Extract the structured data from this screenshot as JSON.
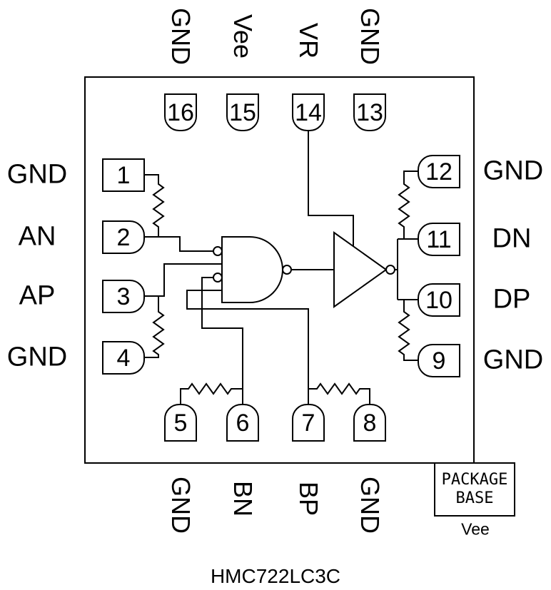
{
  "diagram": {
    "part_number": "HMC722LC3C",
    "package_base": {
      "line1": "PACKAGE",
      "line2": "BASE",
      "net": "Vee"
    }
  },
  "pins": {
    "top": [
      {
        "number": "16",
        "label": "GND"
      },
      {
        "number": "15",
        "label": "Vee"
      },
      {
        "number": "14",
        "label": "VR"
      },
      {
        "number": "13",
        "label": "GND"
      }
    ],
    "left": [
      {
        "number": "1",
        "label": "GND"
      },
      {
        "number": "2",
        "label": "AN"
      },
      {
        "number": "3",
        "label": "AP"
      },
      {
        "number": "4",
        "label": "GND"
      }
    ],
    "right": [
      {
        "number": "12",
        "label": "GND"
      },
      {
        "number": "11",
        "label": "DN"
      },
      {
        "number": "10",
        "label": "DP"
      },
      {
        "number": "9",
        "label": "GND"
      }
    ],
    "bottom": [
      {
        "number": "5",
        "label": "GND"
      },
      {
        "number": "6",
        "label": "BN"
      },
      {
        "number": "7",
        "label": "BP"
      },
      {
        "number": "8",
        "label": "GND"
      }
    ]
  },
  "symbols": {
    "nand_gate": "nand-gate-symbol",
    "output_buffer": "buffer-triangle-symbol",
    "resistor": "resistor-zigzag-symbol"
  },
  "colors": {
    "line": "#000000",
    "background": "#ffffff",
    "text": "#000000"
  }
}
